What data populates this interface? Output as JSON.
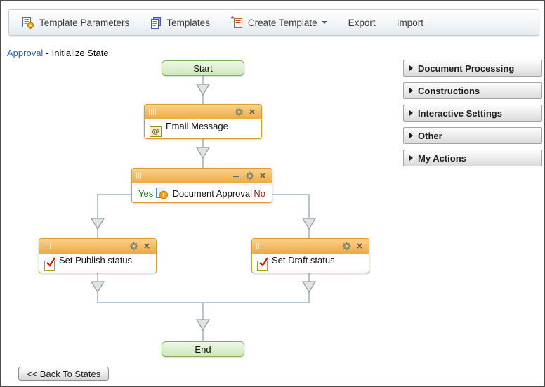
{
  "toolbar": {
    "items": [
      {
        "label": "Template Parameters",
        "icon": "template-parameters-icon"
      },
      {
        "label": "Templates",
        "icon": "templates-icon"
      },
      {
        "label": "Create Template",
        "icon": "create-template-icon",
        "has_dropdown": true
      },
      {
        "label": "Export"
      },
      {
        "label": "Import"
      }
    ]
  },
  "breadcrumb": {
    "link": "Approval",
    "separator": "-",
    "current": "Initialize State"
  },
  "workflow": {
    "nodes": {
      "start": {
        "label": "Start"
      },
      "email": {
        "label": "Email Message",
        "icon": "email-at-icon"
      },
      "approval": {
        "label": "Document Approval",
        "icon": "document-alert-icon",
        "yes_label": "Yes",
        "no_label": "No"
      },
      "publish": {
        "label": "Set Publish status",
        "icon": "checkbox-check-icon"
      },
      "draft": {
        "label": "Set Draft status",
        "icon": "checkbox-check-icon"
      },
      "end": {
        "label": "End"
      }
    }
  },
  "sidebar": {
    "panels": [
      {
        "label": "Document Processing"
      },
      {
        "label": "Constructions"
      },
      {
        "label": "Interactive Settings"
      },
      {
        "label": "Other"
      },
      {
        "label": "My Actions"
      }
    ]
  },
  "back_button": {
    "label": "<< Back To States"
  },
  "colors": {
    "node_header_top": "#f9d38c",
    "node_header_bottom": "#eda943",
    "node_border": "#db9c34",
    "terminal_top": "#eef8e6",
    "terminal_bottom": "#cfe7ba",
    "terminal_border": "#7fae62",
    "connector": "#b6c4d4",
    "yes_text": "#1e7a1e",
    "no_text": "#9b1c1c",
    "link_text": "#2a63a8"
  }
}
